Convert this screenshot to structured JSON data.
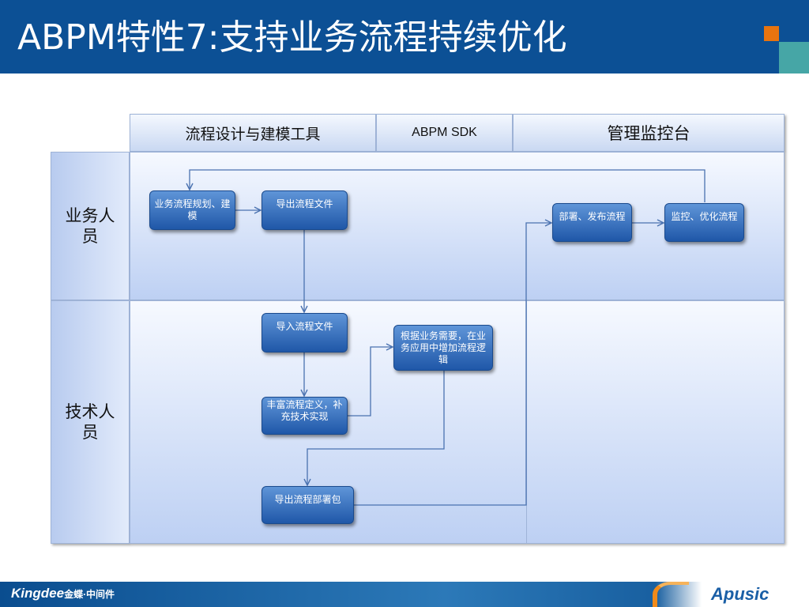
{
  "title": "ABPM特性7:支持业务流程持续优化",
  "columns": [
    "流程设计与建模工具",
    "ABPM SDK",
    "管理监控台"
  ],
  "lanes": [
    "业务人员",
    "技术人员"
  ],
  "nodes": {
    "n1": "业务流程规划、建模",
    "n2": "导出流程文件",
    "n3": "部署、发布流程",
    "n4": "监控、优化流程",
    "n5": "导入流程文件",
    "n6": "根据业务需要，在业务应用中增加流程逻辑",
    "n7": "丰富流程定义，补充技术实现",
    "n8": "导出流程部署包"
  },
  "footer": {
    "left_brand": "Kingdee",
    "left_sub": "金蝶·中间件",
    "right_brand": "Apusic"
  },
  "colors": {
    "title_bar": "#0c5095",
    "accent_orange": "#e8740f",
    "accent_teal": "#46a6a6",
    "node": "#2f6bbd",
    "arrow": "#4a72b0"
  }
}
